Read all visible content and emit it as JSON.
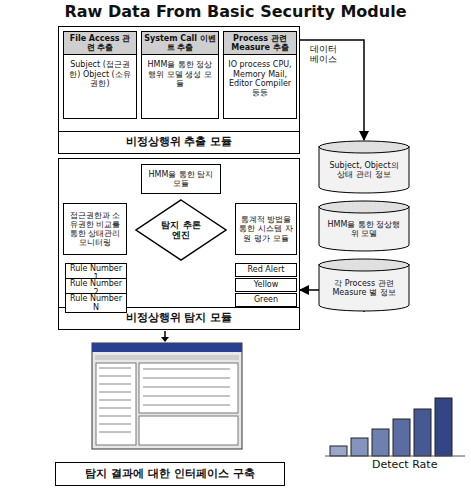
{
  "diagram": {
    "title": "Raw Data From Basic Security Module",
    "nodes": [
      {
        "text": [
          "비정상행위 추출 모듈"
        ]
      },
      {
        "text": [
          "File Access 관련 추출",
          "Subject (접근권한) Object (소유권한)"
        ],
        "in": 0
      },
      {
        "text": [
          "System Call 이벤트 추출",
          "HMM을 통한 정상행위 모델 생성 모듈"
        ],
        "in": 0
      },
      {
        "text": [
          "Process 관련 Measure 추출",
          "IO process CPU, Memory Mail, Editor Compiler 등등"
        ],
        "in": 0
      },
      {
        "text": [
          "비정상행위 탐지 모듈"
        ]
      },
      {
        "text": [
          "HMM을 통한 탐지 모듈"
        ],
        "in": 4
      },
      {
        "text": [
          "접근권한과 소유권한 비교를 통한 상태관리 모니터링"
        ],
        "in": 4
      },
      {
        "text": [
          "탐지 추론 엔진"
        ],
        "in": 4
      },
      {
        "text": [
          "통계적 방법을 통한 시스템 자원 평가 모듈"
        ],
        "in": 4
      },
      {
        "text": [
          "Rule Number 1"
        ],
        "in": 4
      },
      {
        "text": [
          "Rule Number 2"
        ],
        "in": 4
      },
      {
        "text": [
          "Rule Number N"
        ],
        "in": 4
      },
      {
        "text": [
          "Red Alert"
        ],
        "in": 4
      },
      {
        "text": [
          "Yellow"
        ],
        "in": 4
      },
      {
        "text": [
          "Green"
        ],
        "in": 4
      },
      {
        "text": [
          "Subject, Object의 상태 관리 정보"
        ]
      },
      {
        "text": [
          "HMM을 통한 정상행위 모델"
        ]
      },
      {
        "text": [
          "각 Process 관련 Measure 별 정보"
        ]
      },
      {
        "text": [
          "탐지 결과에 대한 인터페이스 구축"
        ]
      }
    ],
    "edges": [
      {
        "from": 0,
        "to": 15,
        "label": "데이터 베이스",
        "arrow": "to"
      },
      {
        "from": 17,
        "to": 4,
        "arrow": "to"
      },
      {
        "from": 5,
        "to": 7,
        "arrow": "to"
      },
      {
        "from": 6,
        "to": 7,
        "arrow": "to"
      },
      {
        "from": 8,
        "to": 7,
        "arrow": "to"
      }
    ],
    "labels": [
      "Detect Rate"
    ]
  }
}
